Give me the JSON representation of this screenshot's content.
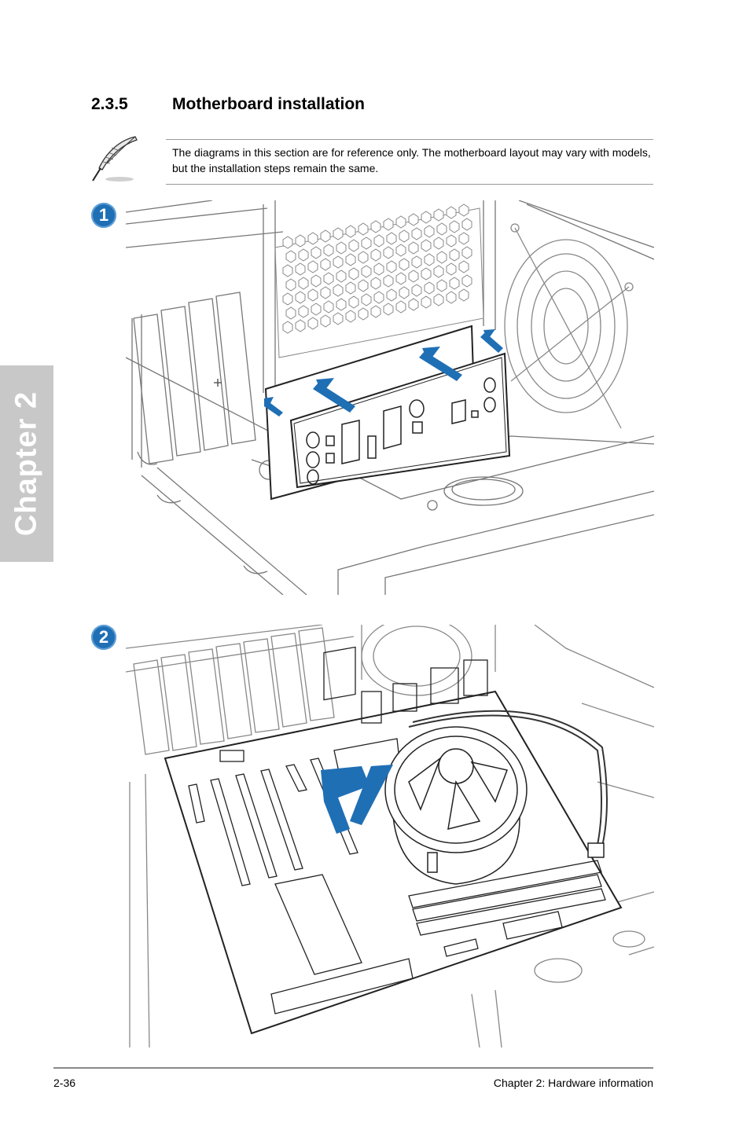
{
  "section": {
    "number": "2.3.5",
    "title": "Motherboard installation"
  },
  "note": {
    "icon": "feather-pen-icon",
    "text": "The diagrams in this section are for reference only. The motherboard layout may vary with models, but the installation steps remain the same."
  },
  "side_tab": {
    "label": "Chapter 2"
  },
  "steps": [
    {
      "label": "1",
      "illustration": "io-shield-installation"
    },
    {
      "label": "2",
      "illustration": "motherboard-placement"
    }
  ],
  "colors": {
    "step_badge": "#1f6fb5",
    "arrow": "#1f6fb5",
    "tab": "#c8c8c8",
    "line_art": "#555555"
  },
  "footer": {
    "page": "2-36",
    "chapter": "Chapter 2: Hardware information"
  }
}
